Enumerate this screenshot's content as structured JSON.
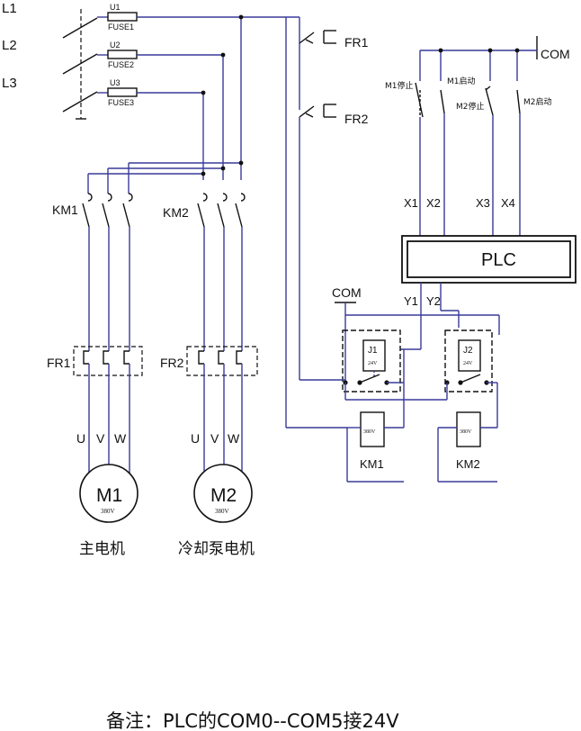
{
  "supply": {
    "l1": "L1",
    "l2": "L2",
    "l3": "L3"
  },
  "fuses": [
    {
      "id": "U1",
      "name": "FUSE1"
    },
    {
      "id": "U2",
      "name": "FUSE2"
    },
    {
      "id": "U3",
      "name": "FUSE3"
    }
  ],
  "overload_contacts": {
    "fr1": "FR1",
    "fr2": "FR2"
  },
  "com": "COM",
  "buttons": {
    "m1_stop": "M1停止",
    "m1_start": "M1启动",
    "m2_stop": "M2停止",
    "m2_start": "M2启动"
  },
  "plc": {
    "label": "PLC",
    "inputs": [
      "X1",
      "X2",
      "X3",
      "X4"
    ],
    "outputs": [
      "Y1",
      "Y2"
    ]
  },
  "contactors": {
    "km1": "KM1",
    "km2": "KM2"
  },
  "thermal_relays": {
    "fr1": "FR1",
    "fr2": "FR2"
  },
  "phases": [
    "U",
    "V",
    "W"
  ],
  "motors": [
    {
      "label": "M1",
      "voltage": "380V",
      "caption": "主电机"
    },
    {
      "label": "M2",
      "voltage": "380V",
      "caption": "冷却泵电机"
    }
  ],
  "relays": [
    {
      "label": "J1",
      "voltage": "24V"
    },
    {
      "label": "J2",
      "voltage": "24V"
    }
  ],
  "coils": [
    {
      "voltage": "380V",
      "label": "KM1"
    },
    {
      "voltage": "380V",
      "label": "KM2"
    }
  ],
  "note": "备注：PLC的COM0--COM5接24V"
}
